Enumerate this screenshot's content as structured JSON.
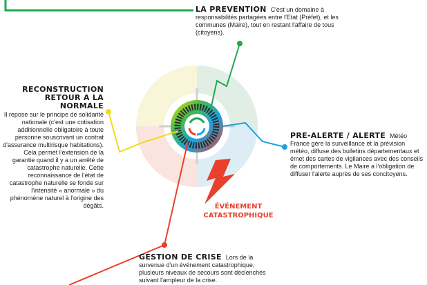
{
  "prevention": {
    "title": "LA PREVENTION",
    "text": "C'est un domaine à responsabilités partagées entre l'Etat (Préfet), et les communes (Maire), tout en restant l'affaire de tous (citoyens)."
  },
  "reconstruction": {
    "title_line1": "RECONSTRUCTION",
    "title_line2": "RETOUR A LA NORMALE",
    "text": "Il repose sur le principe de solidarité nationale (c'est une cotisation additionnelle obligatoire à toute personne souscrivant un contrat d'assurance multirisque habitations). Cela permet l'extension de la garantie quand il y a un arrêté de catastrophe naturelle. Cette reconnaissance de l'état de catastrophe naturelle se fonde sur l'intensité « anormale » du phénomène naturel à l'origine des dégâts."
  },
  "pre_alerte": {
    "title": "PRE-ALERTE / ALERTE",
    "text": "Météo France gère la surveillance et la prévision météo, diffuse des bulletins départementaux et émet des cartes de vigilances avec des conseils de comportements. Le Maire a l'obligation de diffuser l'alerte auprès de ses concitoyens."
  },
  "gestion": {
    "title": "GESTION DE CRISE",
    "text": "Lors de la survenue d'un événement catastrophique, plusieurs niveaux de secours sont déclenchés suivant l'ampleur de la crise."
  },
  "evenement": {
    "line1": "ÉVÉNEMENT",
    "line2": "CATASTROPHIQUE"
  },
  "colors": {
    "prevention": "#1fa84f",
    "pre_alerte": "#1aa3e0",
    "gestion": "#e8402a",
    "reconstruction": "#f2dc1a",
    "ring": "#e6e6e6"
  }
}
